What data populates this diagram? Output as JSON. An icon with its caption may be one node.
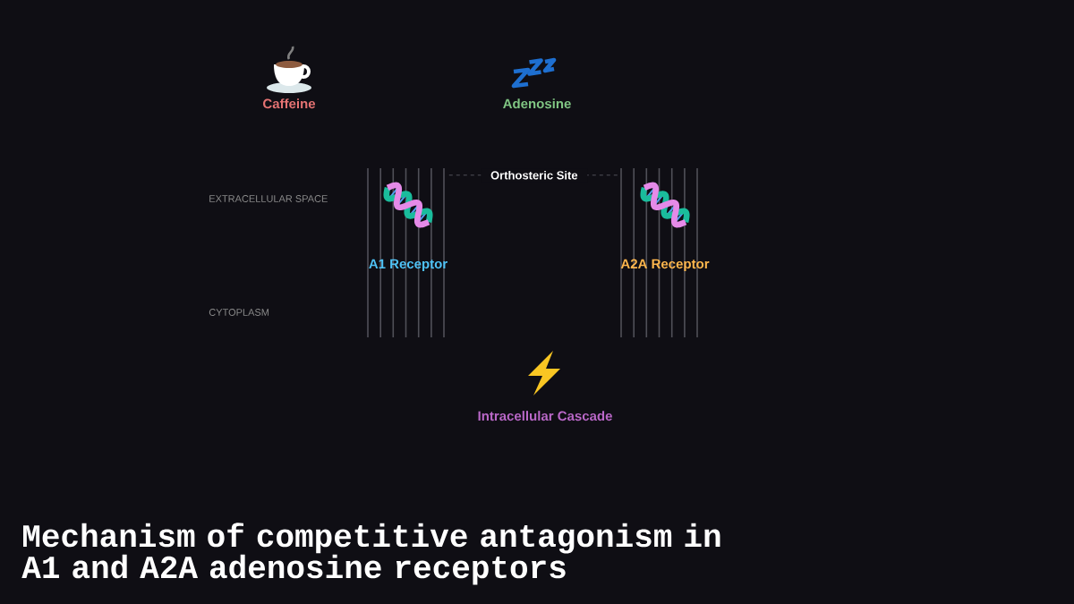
{
  "diagram": {
    "title": "Mechanism of competitive antagonism in A1 and A2A adenosine receptors",
    "nodes": [
      {
        "text": [
          "Caffeine"
        ]
      },
      {
        "text": [
          "Adenosine"
        ]
      },
      {
        "text": [
          "A1 Receptor"
        ]
      },
      {
        "text": [
          "A2A Receptor"
        ]
      },
      {
        "text": [
          "Intracellular Cascade"
        ]
      }
    ],
    "edges": [
      {
        "from": 2,
        "to": 3,
        "arrow": "none",
        "label": "Orthosteric Site",
        "style": "dashed"
      }
    ],
    "labels": [
      "EXTRACELLULAR SPACE",
      "CYTOPLASM"
    ]
  }
}
